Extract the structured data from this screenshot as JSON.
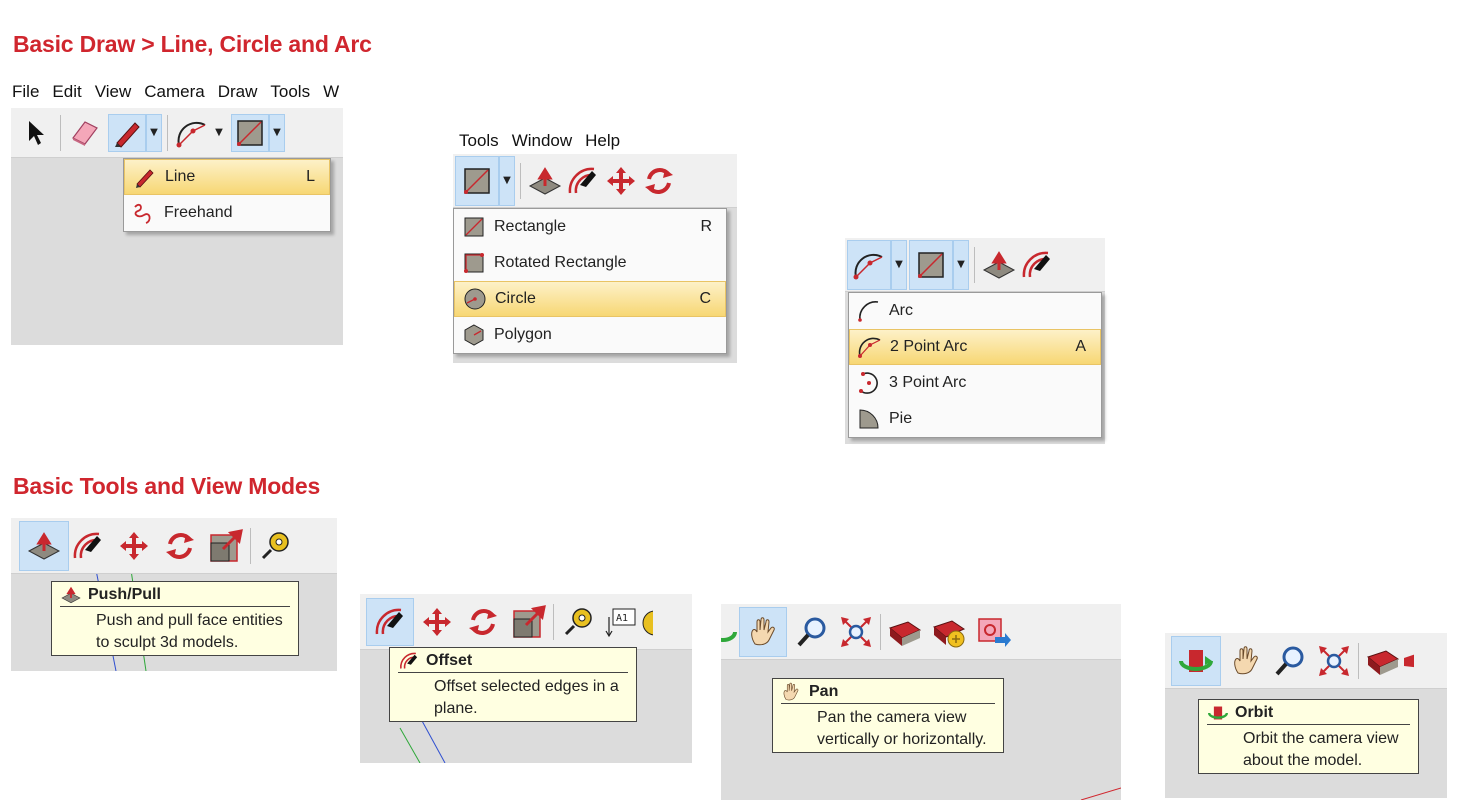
{
  "headings": {
    "draw": "Basic Draw > Line, Circle and Arc",
    "tools": "Basic Tools and View Modes"
  },
  "menubar1": [
    "File",
    "Edit",
    "View",
    "Camera",
    "Draw",
    "Tools",
    "W"
  ],
  "menubar2": [
    "Tools",
    "Window",
    "Help"
  ],
  "line_menu": {
    "items": [
      {
        "label": "Line",
        "shortcut": "L",
        "highlighted": true
      },
      {
        "label": "Freehand",
        "shortcut": "",
        "highlighted": false
      }
    ]
  },
  "shape_menu": {
    "items": [
      {
        "label": "Rectangle",
        "shortcut": "R",
        "highlighted": false
      },
      {
        "label": "Rotated Rectangle",
        "shortcut": "",
        "highlighted": false
      },
      {
        "label": "Circle",
        "shortcut": "C",
        "highlighted": true
      },
      {
        "label": "Polygon",
        "shortcut": "",
        "highlighted": false
      }
    ]
  },
  "arc_menu": {
    "items": [
      {
        "label": "Arc",
        "shortcut": "",
        "highlighted": false
      },
      {
        "label": "2 Point Arc",
        "shortcut": "A",
        "highlighted": true
      },
      {
        "label": "3 Point Arc",
        "shortcut": "",
        "highlighted": false
      },
      {
        "label": "Pie",
        "shortcut": "",
        "highlighted": false
      }
    ]
  },
  "tooltips": {
    "pushpull": {
      "title": "Push/Pull",
      "desc1": "Push and pull face entities",
      "desc2": "to sculpt 3d models."
    },
    "offset": {
      "title": "Offset",
      "desc1": "Offset selected edges in a",
      "desc2": "plane."
    },
    "pan": {
      "title": "Pan",
      "desc1": "Pan the camera view",
      "desc2": "vertically or horizontally."
    },
    "orbit": {
      "title": "Orbit",
      "desc1": "Orbit the camera view",
      "desc2": "about the model."
    }
  },
  "text_tool_label": "A1",
  "colors": {
    "heading": "#d0262e",
    "selected": "#cde3f7",
    "highlight": "#f7d774",
    "tooltip": "#ffffe1",
    "tool_red": "#d4202a"
  }
}
